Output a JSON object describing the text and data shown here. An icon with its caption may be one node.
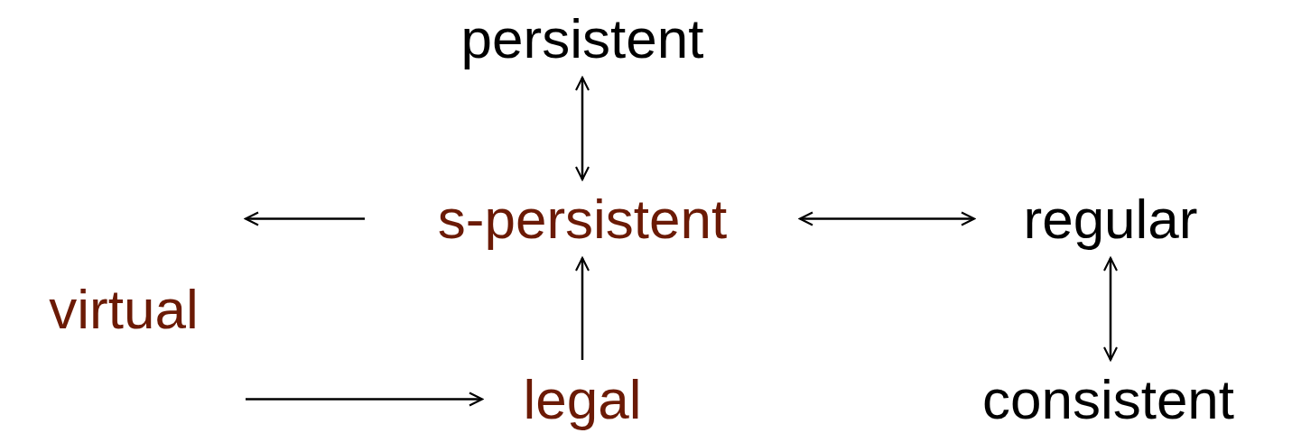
{
  "diagram": {
    "nodes": [
      {
        "text": [
          "persistent"
        ]
      },
      {
        "text": [
          "s-persistent"
        ]
      },
      {
        "text": [
          "regular"
        ]
      },
      {
        "text": [
          "virtual"
        ]
      },
      {
        "text": [
          "legal"
        ]
      },
      {
        "text": [
          "consistent"
        ]
      }
    ],
    "edges": [
      {
        "from": 0,
        "to": 1,
        "arrow": "both"
      },
      {
        "from": 1,
        "to": 3,
        "arrow": "to"
      },
      {
        "from": 3,
        "to": 4,
        "arrow": "to"
      },
      {
        "from": 4,
        "to": 1,
        "arrow": "to"
      },
      {
        "from": 1,
        "to": 2,
        "arrow": "both"
      },
      {
        "from": 2,
        "to": 5,
        "arrow": "both"
      }
    ]
  }
}
